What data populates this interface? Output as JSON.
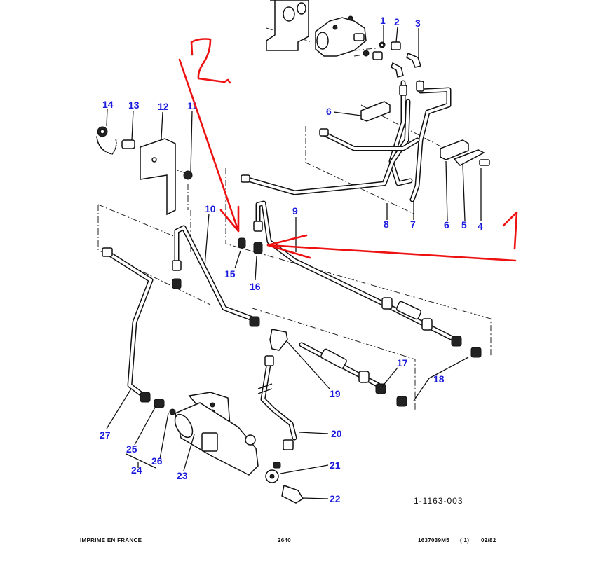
{
  "document": {
    "type": "exploded parts diagram",
    "drawing_number": "1-1163-003",
    "footer": {
      "printed_in": "IMPRIME EN FRANCE",
      "page_code": "2640",
      "publication_number": "1637039M5",
      "edition": "( 1)",
      "date": "02/82"
    }
  },
  "callouts": [
    {
      "id": "1",
      "label": "1"
    },
    {
      "id": "2",
      "label": "2"
    },
    {
      "id": "3",
      "label": "3"
    },
    {
      "id": "4",
      "label": "4"
    },
    {
      "id": "5",
      "label": "5"
    },
    {
      "id": "6a",
      "label": "6"
    },
    {
      "id": "6b",
      "label": "6"
    },
    {
      "id": "7",
      "label": "7"
    },
    {
      "id": "8",
      "label": "8"
    },
    {
      "id": "9",
      "label": "9"
    },
    {
      "id": "10",
      "label": "10"
    },
    {
      "id": "11",
      "label": "11"
    },
    {
      "id": "12",
      "label": "12"
    },
    {
      "id": "13",
      "label": "13"
    },
    {
      "id": "14",
      "label": "14"
    },
    {
      "id": "15",
      "label": "15"
    },
    {
      "id": "16",
      "label": "16"
    },
    {
      "id": "17",
      "label": "17"
    },
    {
      "id": "18",
      "label": "18"
    },
    {
      "id": "19",
      "label": "19"
    },
    {
      "id": "20",
      "label": "20"
    },
    {
      "id": "21",
      "label": "21"
    },
    {
      "id": "22",
      "label": "22"
    },
    {
      "id": "23",
      "label": "23"
    },
    {
      "id": "24",
      "label": "24"
    },
    {
      "id": "25",
      "label": "25"
    },
    {
      "id": "26",
      "label": "26"
    },
    {
      "id": "27",
      "label": "27"
    }
  ],
  "annotations": {
    "color": "#ee1111",
    "callout_color": "#1c1cdc",
    "marks": [
      {
        "name": "handwritten-2",
        "text": "2",
        "points_to": "15"
      },
      {
        "name": "handwritten-1",
        "text": "1",
        "points_to": "16"
      }
    ]
  }
}
